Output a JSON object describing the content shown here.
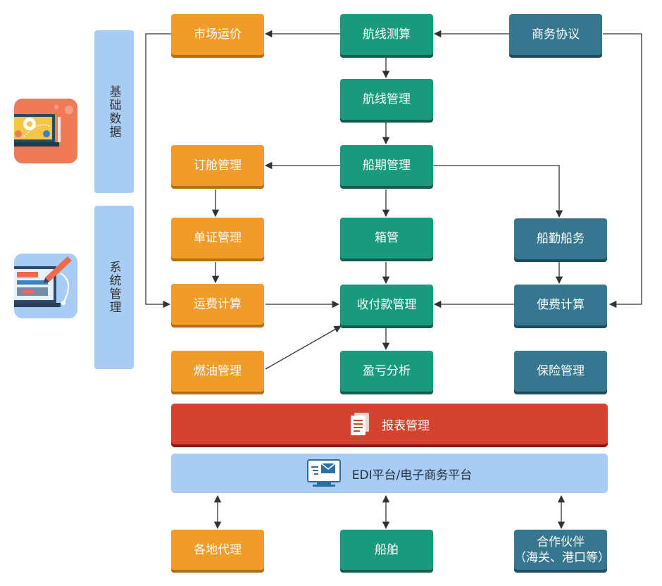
{
  "sidebar": {
    "basic_data": "基础数据",
    "system_mgmt": "系统管理",
    "basic_icon": "computer-settings-icon",
    "system_icon": "computer-design-icon"
  },
  "nodes": {
    "market_freight": "市场运价",
    "route_calc": "航线测算",
    "business_agreement": "商务协议",
    "route_mgmt": "航线管理",
    "booking_mgmt": "订舱管理",
    "schedule_mgmt": "船期管理",
    "document_mgmt": "单证管理",
    "container_mgmt": "箱管",
    "vessel_service": "船勤船务",
    "freight_calc": "运费计算",
    "payment_mgmt": "收付款管理",
    "usage_fee_calc": "使费计算",
    "fuel_mgmt": "燃油管理",
    "profit_analysis": "盈亏分析",
    "insurance_mgmt": "保险管理",
    "report_mgmt": "报表管理",
    "edi_platform": "EDI平台/电子商务平台",
    "local_agents": "各地代理",
    "ships": "船舶",
    "partners_line1": "合作伙伴",
    "partners_line2": "（海关、港口等）"
  },
  "colors": {
    "orange": "#ef9c2b",
    "green": "#1a9a7d",
    "teal": "#36768e",
    "red": "#d3432f",
    "light_blue": "#a8ccf4",
    "arrow": "#333333"
  }
}
